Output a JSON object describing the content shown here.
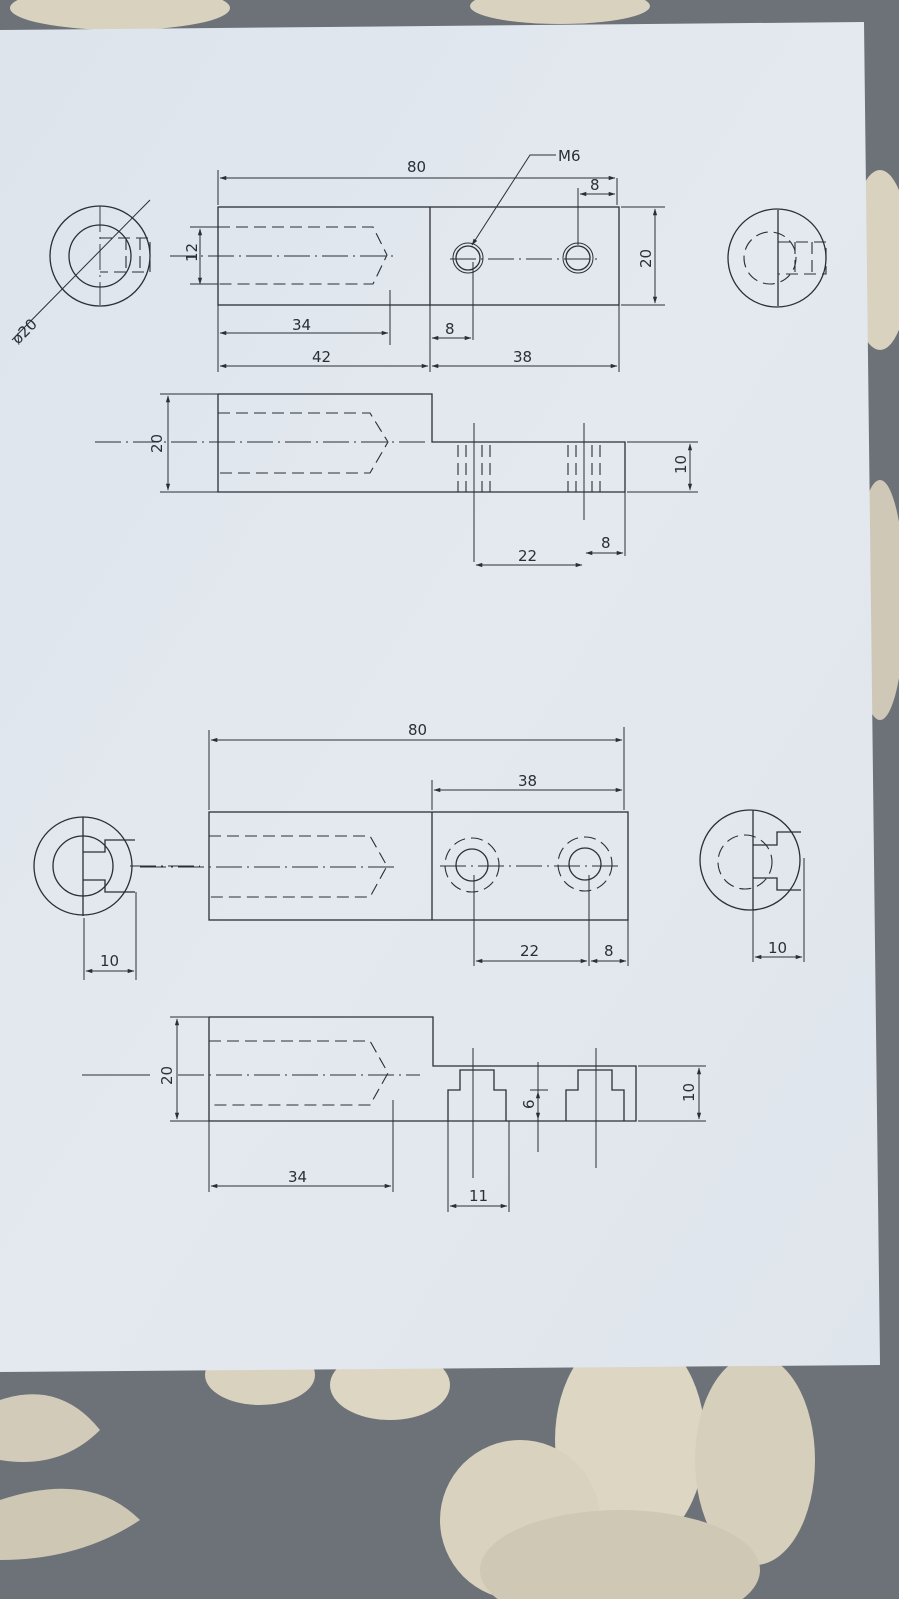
{
  "drawing": {
    "callout_thread": "M6",
    "view1": {
      "overall_length": "80",
      "hole_offset_top": "8",
      "slot_width": "12",
      "height": "20",
      "slot_depth": "34",
      "hole_offset": "8",
      "left_length": "42",
      "right_length": "38",
      "end_diameter": "ø20"
    },
    "view2": {
      "height": "20",
      "step_height": "10",
      "hole_spacing": "22",
      "hole_end_offset": "8"
    },
    "view3": {
      "overall_length": "80",
      "right_length": "38",
      "left_end_dim": "10",
      "right_end_dim": "10",
      "hole_spacing": "22",
      "hole_end_offset": "8"
    },
    "view4": {
      "height": "20",
      "step_height": "10",
      "counterbore_depth": "6",
      "slot_depth": "34",
      "counterbore_width": "11"
    }
  }
}
